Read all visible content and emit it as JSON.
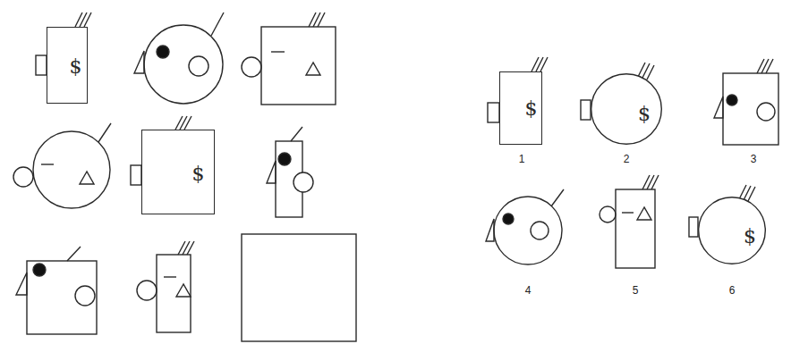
{
  "diagram": {
    "nodes": [
      {
        "text": [
          "$"
        ]
      },
      {
        "text": [
          "$"
        ]
      },
      {
        "text": [
          "$"
        ]
      },
      {
        "text": [
          "$"
        ]
      },
      {
        "text": [
          "$"
        ]
      }
    ],
    "labels": [
      "1",
      "2",
      "3",
      "4",
      "5",
      "6"
    ]
  }
}
